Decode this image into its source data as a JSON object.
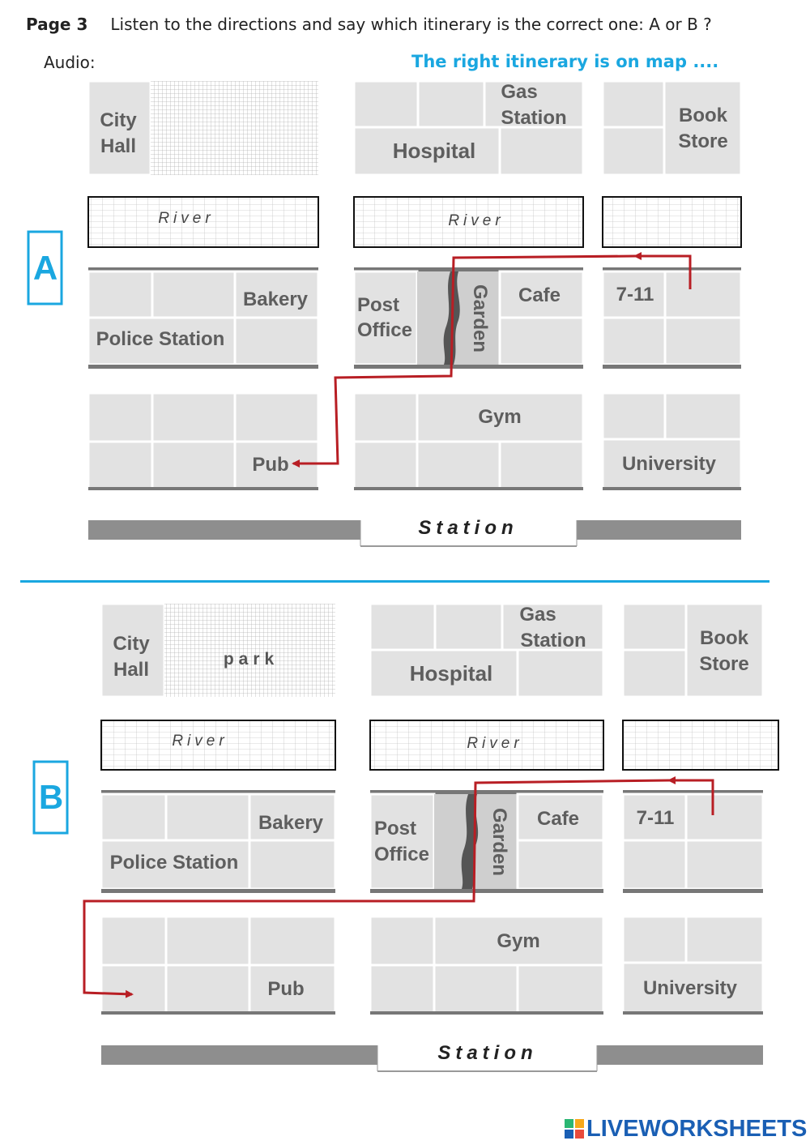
{
  "header": {
    "page_label": "Page 3",
    "instruction": "Listen to the directions and say which itinerary is the correct one: A or B ?",
    "audio_label": "Audio:",
    "answer_text": "The right itinerary is on map ...."
  },
  "maps": {
    "a": {
      "letter": "A",
      "city_hall_1": "City",
      "city_hall_2": "Hall",
      "gas_1": "Gas",
      "gas_2": "Station",
      "hospital": "Hospital",
      "book_1": "Book",
      "book_2": "Store",
      "river_1": "River",
      "river_2": "River",
      "bakery": "Bakery",
      "police": "Police Station",
      "post_1": "Post",
      "post_2": "Office",
      "garden": "Garden",
      "cafe": "Cafe",
      "seven_eleven": "7-11",
      "gym": "Gym",
      "pub": "Pub",
      "university": "University",
      "station": "Station"
    },
    "b": {
      "letter": "B",
      "city_hall_1": "City",
      "city_hall_2": "Hall",
      "park": "park",
      "gas_1": "Gas",
      "gas_2": "Station",
      "hospital": "Hospital",
      "book_1": "Book",
      "book_2": "Store",
      "river_1": "River",
      "river_2": "River",
      "bakery": "Bakery",
      "police": "Police Station",
      "post_1": "Post",
      "post_2": "Office",
      "garden": "Garden",
      "cafe": "Cafe",
      "seven_eleven": "7-11",
      "gym": "Gym",
      "pub": "Pub",
      "university": "University",
      "station": "Station"
    }
  },
  "footer": {
    "brand": "LIVEWORKSHEETS"
  },
  "colors": {
    "accent": "#1aa7e0",
    "route": "#b81e24",
    "block": "#e2e2e2"
  }
}
